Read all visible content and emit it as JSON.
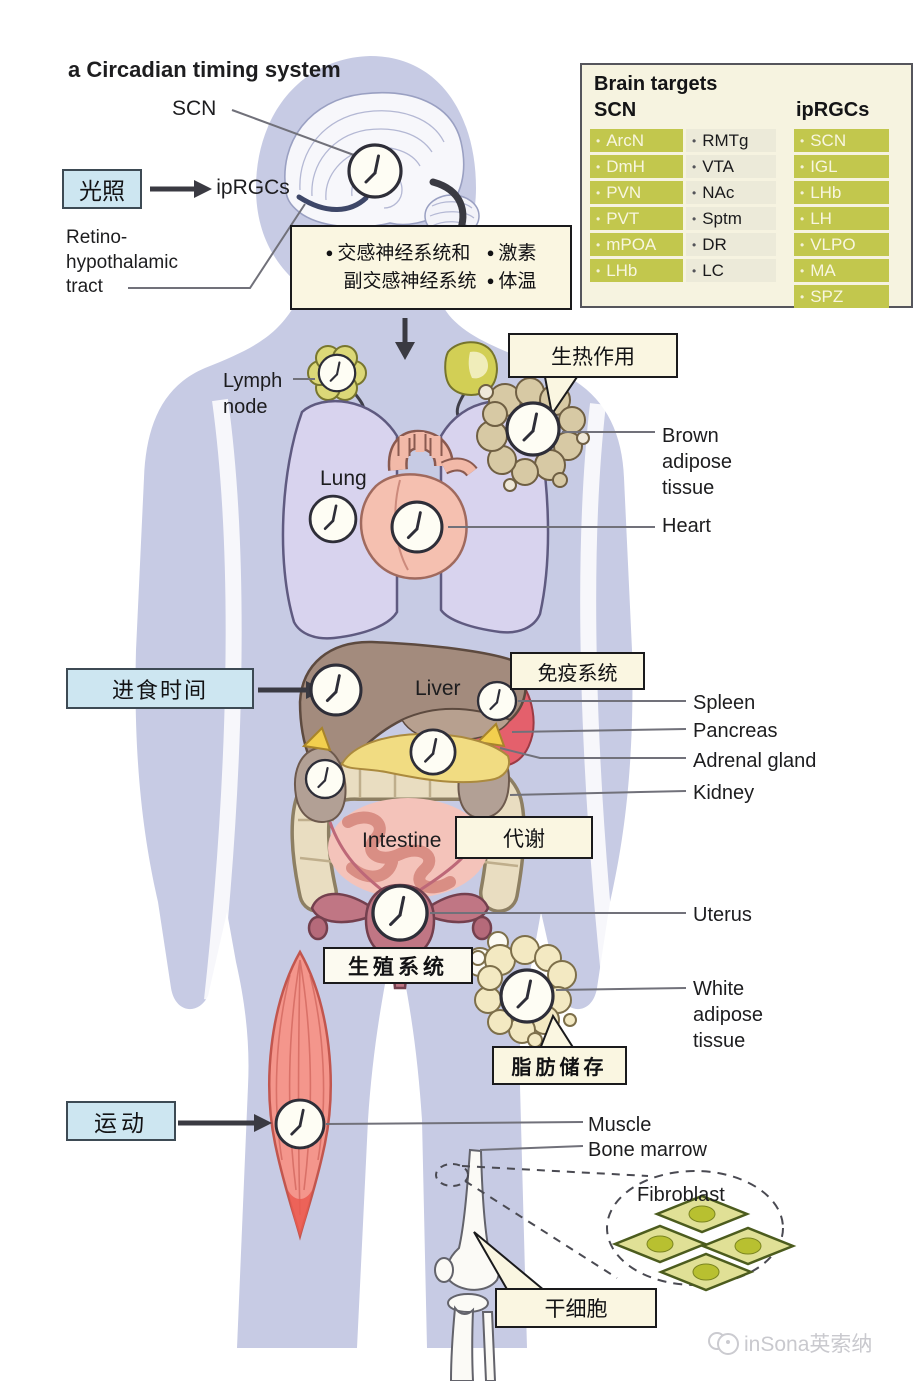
{
  "title": {
    "panel": "a",
    "text": "Circadian timing system"
  },
  "ui": {
    "bullet": "●",
    "small_bullet": "•"
  },
  "inputs": {
    "light": "光照",
    "feeding_time": "进食时间",
    "exercise": "运动"
  },
  "brain": {
    "scn": "SCN",
    "iprgcs": "ipRGCs",
    "rht": "Retino-\nhypothalamic\ntract",
    "effects": {
      "sympathetic_line1": "交感神经系统和",
      "sympathetic_line2": "副交感神经系统",
      "hormones": "激素",
      "temperature": "体温"
    }
  },
  "brain_targets": {
    "title": "Brain targets",
    "scn_header": "SCN",
    "iprgcs_header": "ipRGCs",
    "scn_col1": [
      "ArcN",
      "DmH",
      "PVN",
      "PVT",
      "mPOA",
      "LHb"
    ],
    "scn_col2": [
      "RMTg",
      "VTA",
      "NAc",
      "Sptm",
      "DR",
      "LC"
    ],
    "iprgcs_col": [
      "SCN",
      "IGL",
      "LHb",
      "LH",
      "VLPO",
      "MA",
      "SPZ"
    ]
  },
  "callouts": {
    "thermogenesis": "生热作用",
    "immune_system": "免疫系统",
    "metabolism": "代谢",
    "reproductive_system": "生殖系统",
    "fat_storage": "脂肪储存",
    "stem_cells": "干细胞"
  },
  "labels": {
    "lymph_node": "Lymph\nnode",
    "lung": "Lung",
    "brown_adipose_tissue": "Brown\nadipose\ntissue",
    "heart": "Heart",
    "liver": "Liver",
    "spleen": "Spleen",
    "pancreas": "Pancreas",
    "adrenal_gland": "Adrenal gland",
    "kidney": "Kidney",
    "intestine": "Intestine",
    "uterus": "Uterus",
    "white_adipose_tissue": "White\nadipose\ntissue",
    "muscle": "Muscle",
    "bone_marrow": "Bone marrow",
    "fibroblast": "Fibroblast"
  },
  "watermark": "inSona英索纳",
  "colors": {
    "body_silhouette": "#c7cbe4",
    "input_box": "#cde6f1",
    "callout_box": "#faf6e1",
    "target_green": "#c2c74d",
    "target_light": "#ecead9",
    "accent_dark": "#3a3a42"
  }
}
